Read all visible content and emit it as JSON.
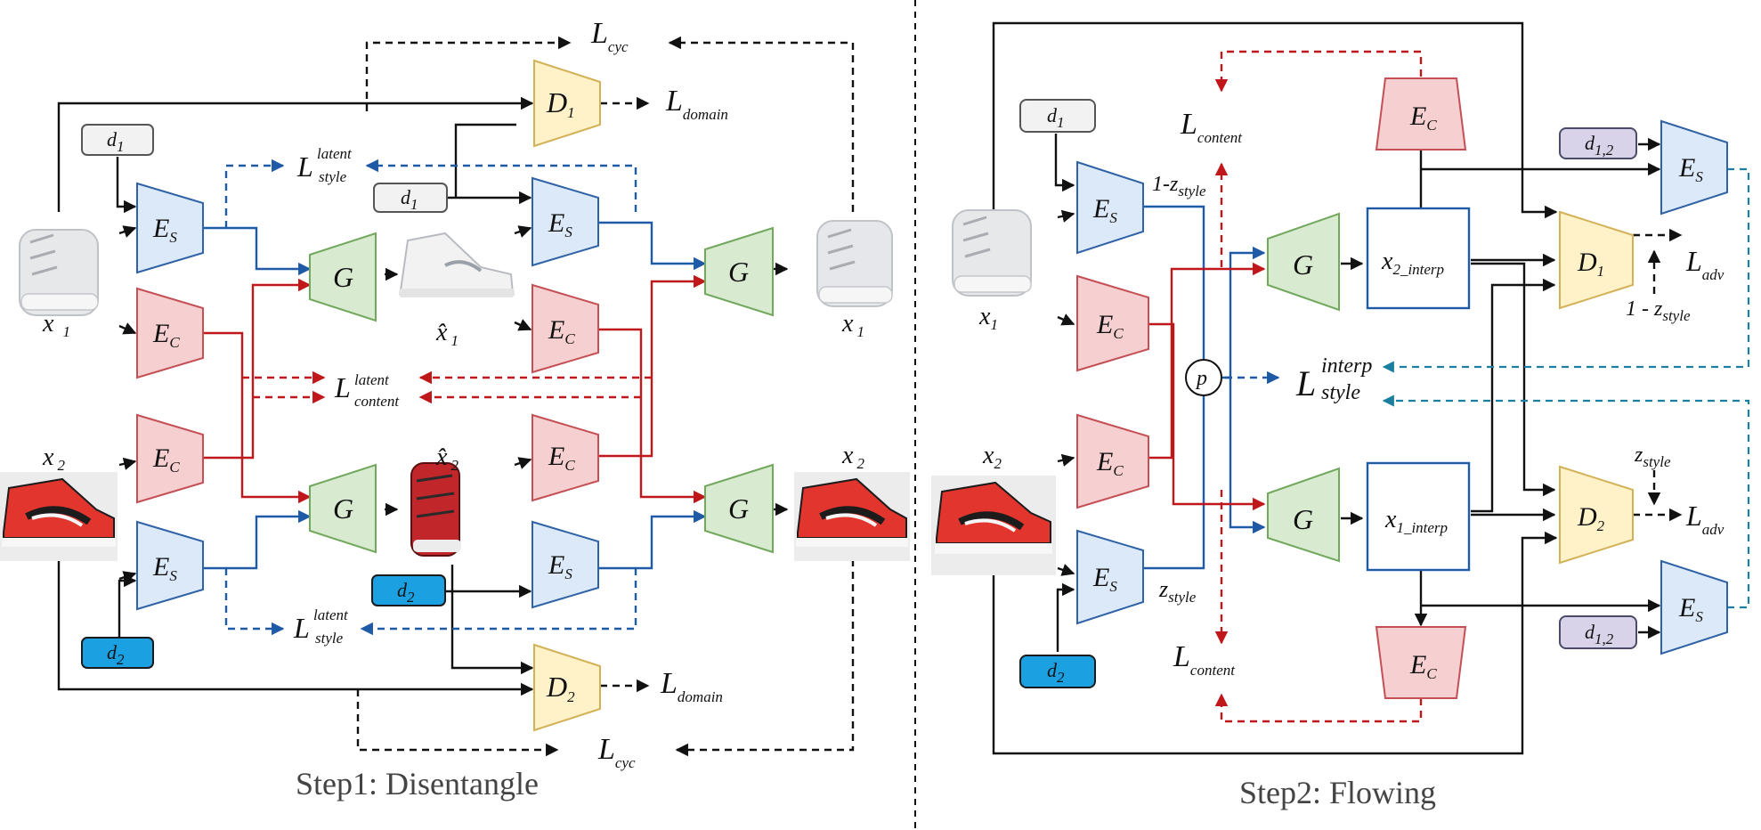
{
  "colors": {
    "encoder_style_fill": "#dce9f8",
    "encoder_style_stroke": "#2f62a6",
    "encoder_content_fill": "#f6cfd0",
    "encoder_content_stroke": "#c45055",
    "generator_fill": "#d8ead0",
    "generator_stroke": "#72a85d",
    "discriminator_fill": "#fff2c8",
    "discriminator_stroke": "#d2b157",
    "domain_label_blue": "#1ba0e2",
    "domain_label_gray": "#f2f2f2",
    "domain_label_purple": "#d9d3ea",
    "arrow_black": "#111111",
    "arrow_blue": "#1f5aa6",
    "arrow_red": "#c0171a",
    "loss_teal": "#1a7fa0"
  },
  "step1": {
    "caption": "Step1: Disentangle",
    "images": {
      "x1": "x",
      "x1_sub": "1",
      "x1_hat": "x̂",
      "x1_hat_sub": "1",
      "x2": "x",
      "x2_sub": "2",
      "x2_hat": "x̂",
      "x2_hat_sub": "2",
      "x1_out": "x",
      "x1_out_sub": "1",
      "x2_out": "x",
      "x2_out_sub": "2"
    },
    "modules": {
      "es": "E",
      "es_sub": "S",
      "ec": "E",
      "ec_sub": "C",
      "g": "G",
      "d1": "D",
      "d1_sub": "1",
      "d2": "D",
      "d2_sub": "2"
    },
    "domains": {
      "d1": "d",
      "d1_sub": "1",
      "d2": "d",
      "d2_sub": "2"
    },
    "losses": {
      "cyc_main": "L",
      "cyc_sub": "cyc",
      "domain_main": "L",
      "domain_sub": "domain",
      "latent_style_main": "L",
      "latent_style_sup": "latent",
      "latent_style_sub": "style",
      "latent_content_main": "L",
      "latent_content_sup": "latent",
      "latent_content_sub": "content"
    }
  },
  "step2": {
    "caption": "Step2: Flowing",
    "images": {
      "x1": "x",
      "x1_sub": "1",
      "x2": "x",
      "x2_sub": "2"
    },
    "modules": {
      "es": "E",
      "es_sub": "S",
      "ec": "E",
      "ec_sub": "C",
      "g": "G",
      "d1": "D",
      "d1_sub": "1",
      "d2": "D",
      "d2_sub": "2",
      "p": "p"
    },
    "interp": {
      "x2_main": "x",
      "x2_sub": "2_interp",
      "x1_main": "x",
      "x1_sub": "1_interp"
    },
    "domains": {
      "d1": "d",
      "d1_sub": "1",
      "d2": "d",
      "d2_sub": "2",
      "d12": "d",
      "d12_sub": "1,2"
    },
    "losses": {
      "content_main": "L",
      "content_sub": "content",
      "adv_main": "L",
      "adv_sub": "adv",
      "interp_main": "L",
      "interp_sup": "interp",
      "interp_sub": "style"
    },
    "zstyle": {
      "one_minus": "1-",
      "one_minus_spaced": "1 -",
      "z": "z",
      "z_sub": "style"
    }
  }
}
